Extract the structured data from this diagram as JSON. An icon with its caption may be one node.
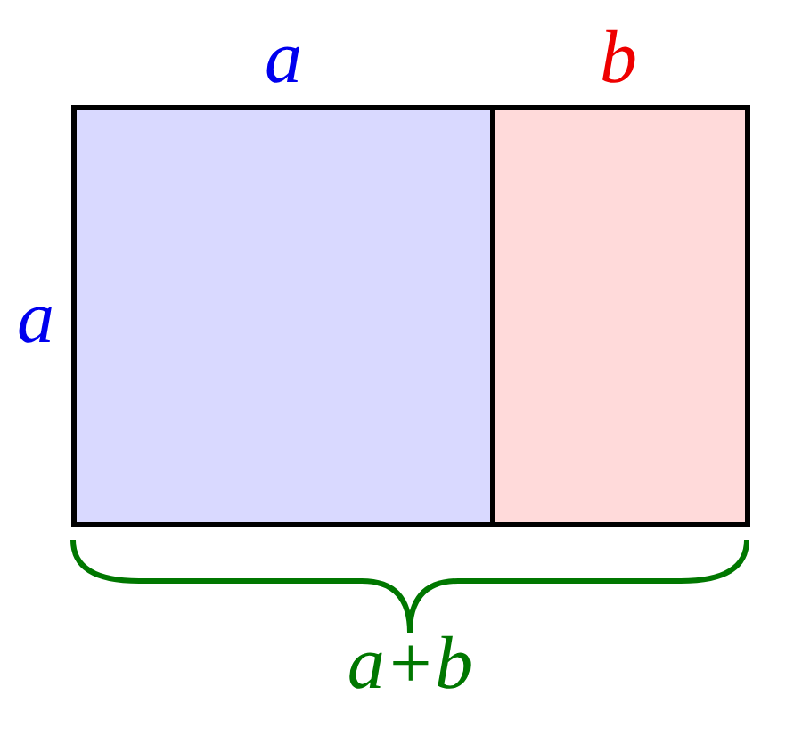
{
  "diagram": {
    "nodes": [
      {
        "text": [],
        "shape": "box"
      },
      {
        "text": [],
        "shape": "box"
      }
    ],
    "labels": [
      "a",
      "b",
      "a",
      "a+b"
    ]
  }
}
